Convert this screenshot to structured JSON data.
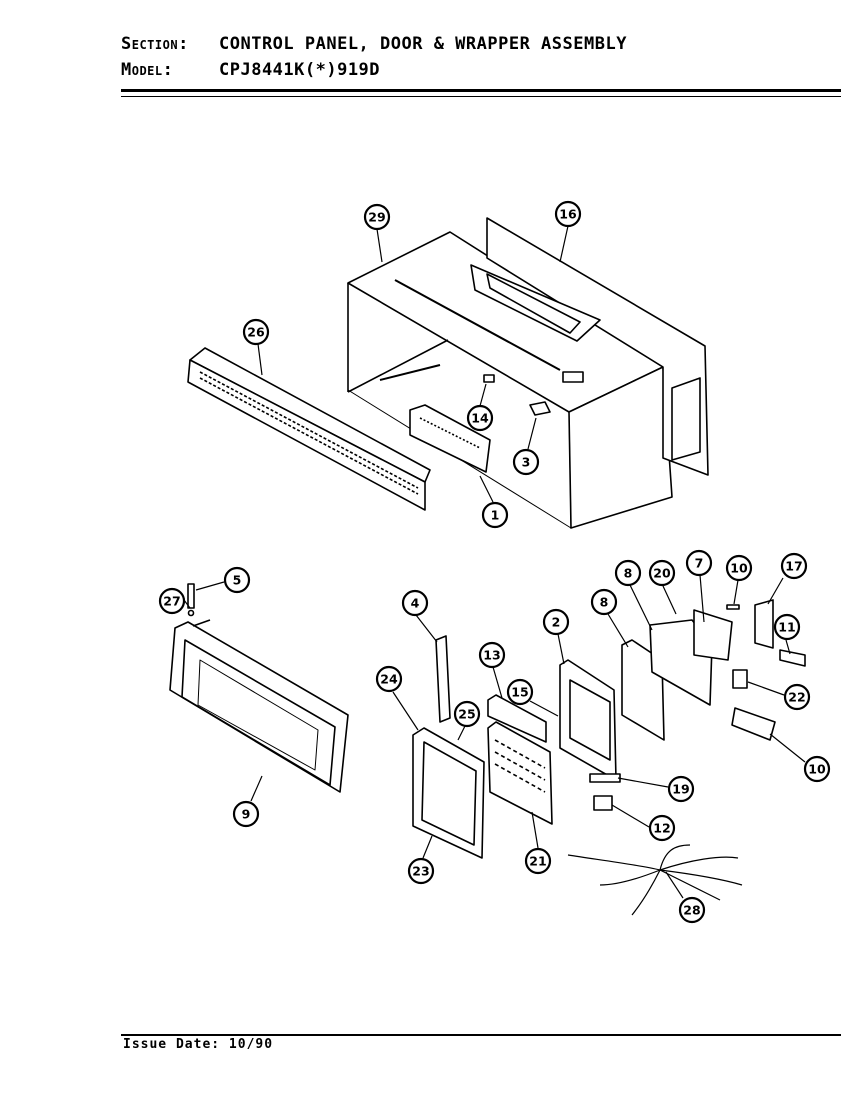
{
  "header": {
    "section_label": "Section:",
    "section_value": "CONTROL PANEL, DOOR & WRAPPER ASSEMBLY",
    "model_label": "Model:",
    "model_value": "CPJ8441K(*)919D"
  },
  "footer": {
    "issue_label": "Issue Date:",
    "issue_value": "10/90"
  },
  "callouts": {
    "c29": "29",
    "c16": "16",
    "c26": "26",
    "c14": "14",
    "c3": "3",
    "c1": "1",
    "c5": "5",
    "c27": "27",
    "c4": "4",
    "c9": "9",
    "c24": "24",
    "c25": "25",
    "c23": "23",
    "c13": "13",
    "c15": "15",
    "c21": "21",
    "c2": "2",
    "c8a": "8",
    "c8b": "8",
    "c20": "20",
    "c7": "7",
    "c10a": "10",
    "c17": "17",
    "c11": "11",
    "c22": "22",
    "c10b": "10",
    "c19": "19",
    "c12": "12",
    "c28": "28"
  }
}
